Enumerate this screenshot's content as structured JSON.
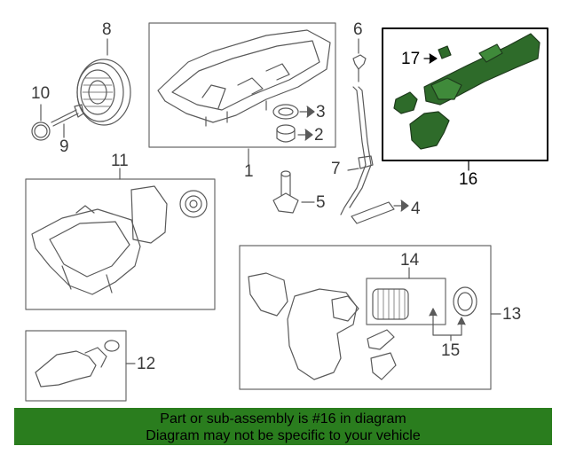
{
  "diagram": {
    "callouts": {
      "c1": "1",
      "c2": "2",
      "c3": "3",
      "c4": "4",
      "c5": "5",
      "c6": "6",
      "c7": "7",
      "c8": "8",
      "c9": "9",
      "c10": "10",
      "c11": "11",
      "c12": "12",
      "c13": "13",
      "c14": "14",
      "c15": "15",
      "c16": "16",
      "c17": "17"
    },
    "highlight_color": "#2e6b2a",
    "outline_color": "#5a5a5a"
  },
  "banner": {
    "line1": "Part or sub-assembly is #16 in diagram",
    "line2": "Diagram may not be specific to your vehicle",
    "background": "#2a7d1e"
  }
}
